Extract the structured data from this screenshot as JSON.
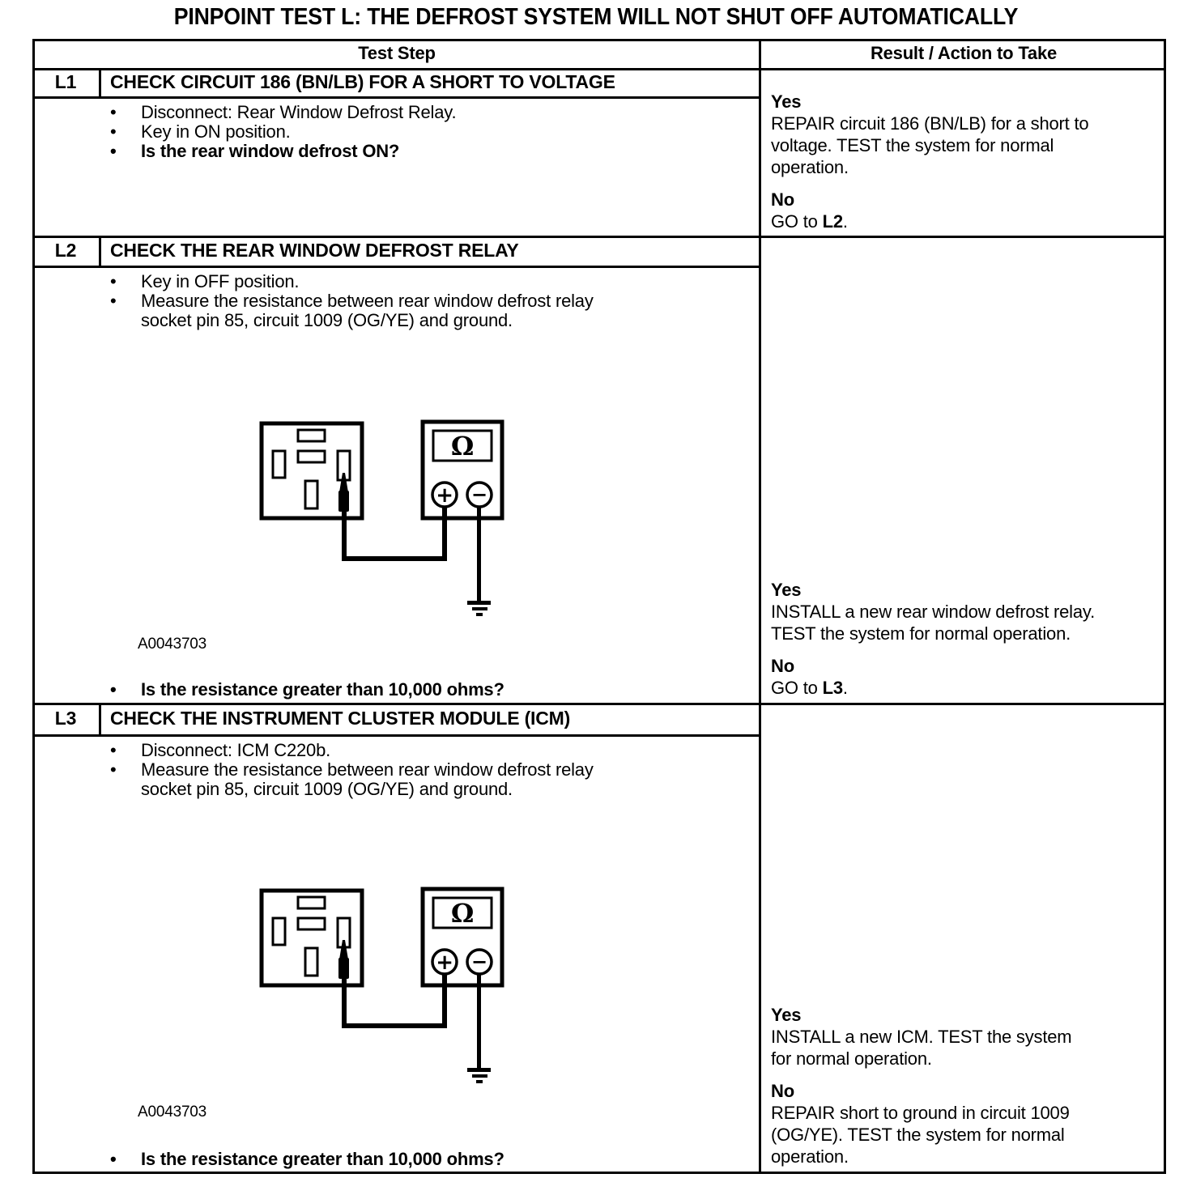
{
  "page_title": "PINPOINT TEST L: THE DEFROST SYSTEM WILL NOT SHUT OFF AUTOMATICALLY",
  "glyphs": {
    "bullet": "•"
  },
  "colors": {
    "ink": "#000000",
    "paper": "#ffffff"
  },
  "table": {
    "headers": {
      "test_step": "Test Step",
      "result": "Result / Action to Take"
    }
  },
  "steps": [
    {
      "id": "L1",
      "title": "CHECK CIRCUIT 186 (BN/LB) FOR A SHORT TO VOLTAGE",
      "bullets": [
        {
          "text": "Disconnect: Rear Window Defrost Relay."
        },
        {
          "text": "Key in ON position."
        },
        {
          "text": "Is the rear window defrost ON?"
        }
      ],
      "result": {
        "yes_label": "Yes",
        "yes_text": "REPAIR circuit 186 (BN/LB) for a short to\nvoltage. TEST the system for normal\noperation.",
        "no_label": "No",
        "no_prefix": "GO to ",
        "no_target": "L2",
        "no_suffix": "."
      }
    },
    {
      "id": "L2",
      "title": "CHECK THE REAR WINDOW DEFROST RELAY",
      "bullets": [
        {
          "text": "Key in OFF position."
        },
        {
          "text": "Measure the resistance between rear window defrost relay\nsocket pin 85, circuit 1009 (OG/YE) and ground."
        }
      ],
      "figure": {
        "label": "A0043703",
        "ohm_symbol": "Ω",
        "plus_symbol": "+",
        "minus_symbol": "−"
      },
      "question": "Is the resistance greater than 10,000 ohms?",
      "result": {
        "yes_label": "Yes",
        "yes_text": "INSTALL a new rear window defrost relay.\nTEST the system for normal operation.",
        "no_label": "No",
        "no_prefix": "GO to ",
        "no_target": "L3",
        "no_suffix": "."
      }
    },
    {
      "id": "L3",
      "title": "CHECK THE INSTRUMENT CLUSTER MODULE (ICM)",
      "bullets": [
        {
          "text": "Disconnect: ICM C220b."
        },
        {
          "text": "Measure the resistance between rear window defrost relay\nsocket pin 85, circuit 1009 (OG/YE) and ground."
        }
      ],
      "figure": {
        "label": "A0043703",
        "ohm_symbol": "Ω",
        "plus_symbol": "+",
        "minus_symbol": "−"
      },
      "question": "Is the resistance greater than 10,000 ohms?",
      "result": {
        "yes_label": "Yes",
        "yes_text": "INSTALL a new ICM. TEST the system\nfor normal operation.",
        "no_label": "No",
        "no_text": "REPAIR short to ground in circuit 1009\n(OG/YE). TEST the system for normal\noperation."
      }
    }
  ]
}
